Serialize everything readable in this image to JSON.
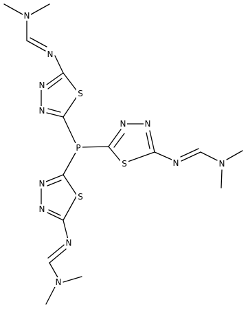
{
  "molecule": {
    "atoms": [
      {
        "id": "p1",
        "symbol": "P"
      },
      {
        "id": "s1",
        "symbol": "S"
      },
      {
        "id": "n1a",
        "symbol": "N"
      },
      {
        "id": "n1b",
        "symbol": "N"
      },
      {
        "id": "n1i",
        "symbol": "N"
      },
      {
        "id": "n1m",
        "symbol": "N"
      },
      {
        "id": "s2",
        "symbol": "S"
      },
      {
        "id": "n2a",
        "symbol": "N"
      },
      {
        "id": "n2b",
        "symbol": "N"
      },
      {
        "id": "n2i",
        "symbol": "N"
      },
      {
        "id": "n2m",
        "symbol": "N"
      },
      {
        "id": "s3",
        "symbol": "S"
      },
      {
        "id": "n3a",
        "symbol": "N"
      },
      {
        "id": "n3b",
        "symbol": "N"
      },
      {
        "id": "n3i",
        "symbol": "N"
      },
      {
        "id": "n3m",
        "symbol": "N"
      }
    ]
  }
}
